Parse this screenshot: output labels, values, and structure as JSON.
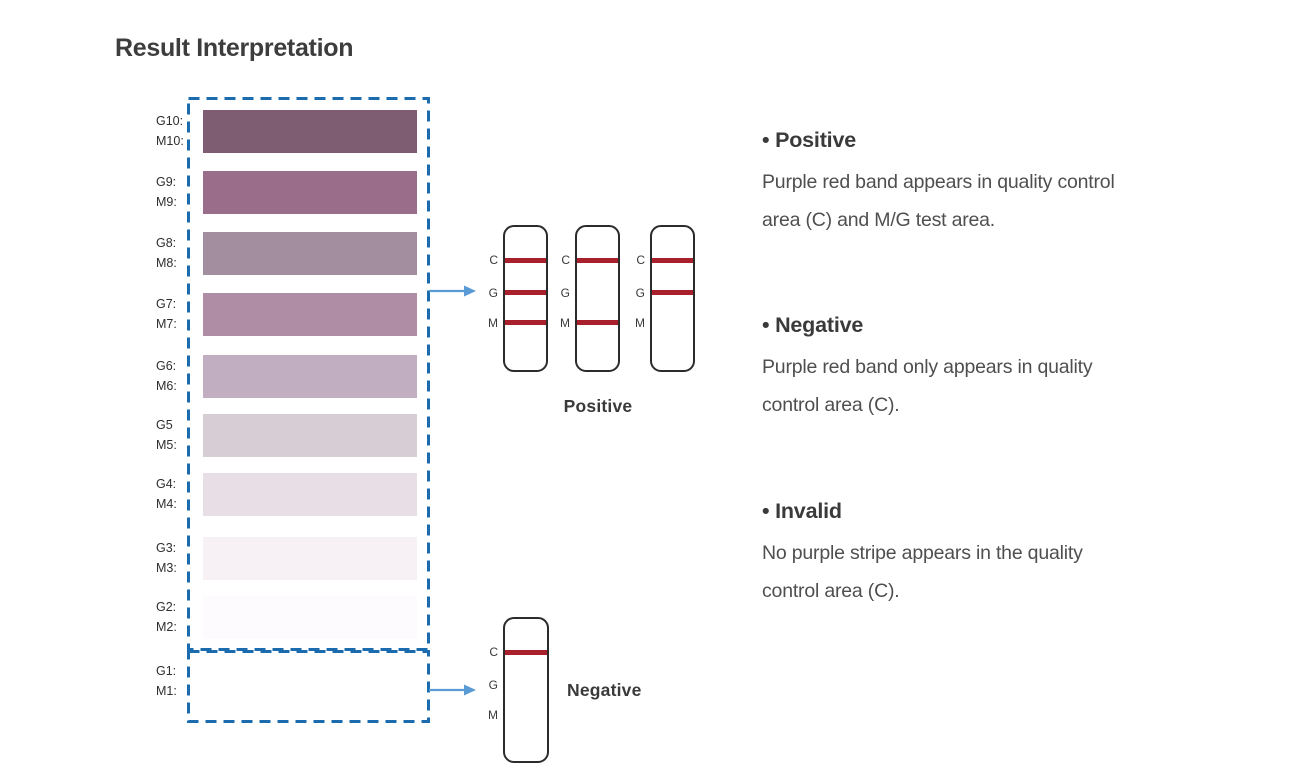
{
  "page": {
    "title": "Result Interpretation"
  },
  "colors": {
    "dashed_border": "#1b6cae",
    "arrow": "#5b9bd5",
    "band_red": "#a8202c",
    "strip_border": "#2b2b2b",
    "title_text": "#3d3d3d",
    "heading_text": "#3a3a3a",
    "body_text": "#4f4f4f",
    "scale_label_text": "#2f2f2f"
  },
  "gradient_scale": {
    "rows": [
      {
        "g": "G10:",
        "m": "M10:",
        "color": "#7e5d73"
      },
      {
        "g": "G9:",
        "m": "M9:",
        "color": "#9a6e8b"
      },
      {
        "g": "G8:",
        "m": "M8:",
        "color": "#a28e9e"
      },
      {
        "g": "G7:",
        "m": "M7:",
        "color": "#af8da5"
      },
      {
        "g": "G6:",
        "m": "M6:",
        "color": "#c2aec1"
      },
      {
        "g": "G5",
        "m": "M5:",
        "color": "#d7cdd5"
      },
      {
        "g": "G4:",
        "m": "M4:",
        "color": "#e8dfe6"
      },
      {
        "g": "G3:",
        "m": "M3:",
        "color": "#f7f0f4"
      },
      {
        "g": "G2:",
        "m": "M2:",
        "color": "#fdfbfd"
      }
    ],
    "negative_row": {
      "g": "G1:",
      "m": "M1:",
      "color": "#ffffff"
    }
  },
  "strips": {
    "zone_labels": [
      "C",
      "G",
      "M"
    ],
    "positive_group": {
      "label": "Positive",
      "strips": [
        {
          "bands": [
            "C",
            "G",
            "M"
          ]
        },
        {
          "bands": [
            "C",
            "M"
          ]
        },
        {
          "bands": [
            "C",
            "G"
          ]
        }
      ]
    },
    "negative_group": {
      "label": "Negative",
      "strips": [
        {
          "bands": [
            "C"
          ]
        }
      ]
    }
  },
  "legend": [
    {
      "heading": "• Positive",
      "lines": [
        "Purple red band appears in quality control",
        "area (C) and M/G test area."
      ]
    },
    {
      "heading": "• Negative",
      "lines": [
        "Purple red band only appears in quality",
        "control area (C)."
      ]
    },
    {
      "heading": "• Invalid",
      "lines": [
        "No purple stripe appears in the quality",
        "control area (C)."
      ]
    }
  ]
}
